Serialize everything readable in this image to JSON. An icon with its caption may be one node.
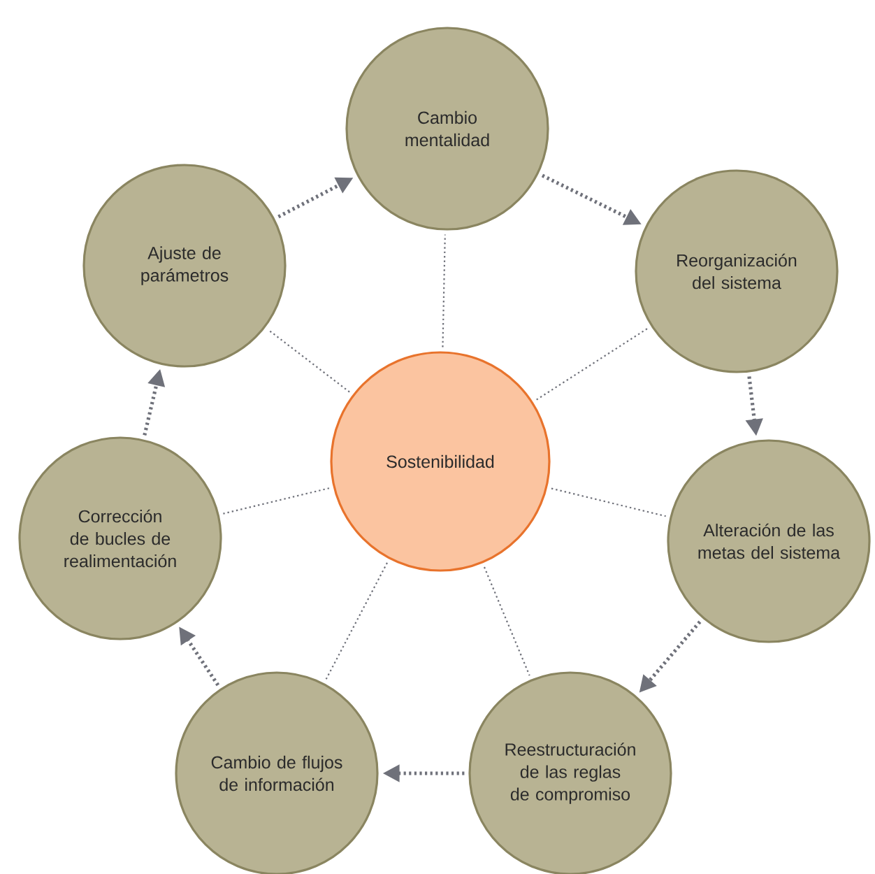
{
  "diagram": {
    "nodes": [
      {
        "text": [
          "Sostenibilidad"
        ]
      },
      {
        "text": [
          "Cambio mentalidad"
        ]
      },
      {
        "text": [
          "Reorganización del sistema"
        ]
      },
      {
        "text": [
          "Alteración de las metas del sistema"
        ]
      },
      {
        "text": [
          "Reestructuración de las reglas de compromiso"
        ]
      },
      {
        "text": [
          "Cambio de flujos de información"
        ]
      },
      {
        "text": [
          "Corrección de bucles de realimentación"
        ]
      },
      {
        "text": [
          "Ajuste de parámetros"
        ]
      }
    ],
    "edges": [
      {
        "from": 7,
        "to": 1,
        "arrow": "to",
        "style": "dashed"
      },
      {
        "from": 1,
        "to": 2,
        "arrow": "to",
        "style": "dashed"
      },
      {
        "from": 2,
        "to": 3,
        "arrow": "to",
        "style": "dashed"
      },
      {
        "from": 3,
        "to": 4,
        "arrow": "to",
        "style": "dashed"
      },
      {
        "from": 4,
        "to": 5,
        "arrow": "to",
        "style": "dashed"
      },
      {
        "from": 5,
        "to": 6,
        "arrow": "to",
        "style": "dashed"
      },
      {
        "from": 6,
        "to": 7,
        "arrow": "to",
        "style": "dashed"
      },
      {
        "from": 0,
        "to": 1,
        "arrow": "none"
      },
      {
        "from": 0,
        "to": 2,
        "arrow": "none"
      },
      {
        "from": 0,
        "to": 3,
        "arrow": "none"
      },
      {
        "from": 0,
        "to": 4,
        "arrow": "none"
      },
      {
        "from": 0,
        "to": 5,
        "arrow": "none"
      },
      {
        "from": 0,
        "to": 6,
        "arrow": "none"
      },
      {
        "from": 0,
        "to": 7,
        "arrow": "none"
      }
    ]
  }
}
